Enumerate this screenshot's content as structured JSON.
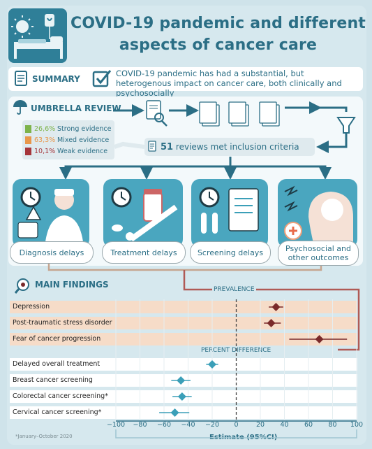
{
  "title_line1": "COVID-19 pandemic and different",
  "title_line2": "aspects of cancer care",
  "summary": {
    "label": "SUMMARY",
    "text": "COVID-19 pandemic has had a substantial, but heterogenous impact on cancer care, both clinically and psychosocially"
  },
  "umbrella": {
    "label": "UMBRELLA REVIEW",
    "evidence": [
      {
        "pct": "26,6%",
        "label": "Strong evidence",
        "color": "#7db34a"
      },
      {
        "pct": "63,3%",
        "label": "Mixed evidence",
        "color": "#e8974a"
      },
      {
        "pct": "10,1%",
        "label": "Weak evidence",
        "color": "#a5353a"
      }
    ],
    "reviews_count": "51",
    "reviews_text": "reviews met inclusion criteria",
    "categories": [
      {
        "label": "Diagnosis delays"
      },
      {
        "label": "Treatment delays"
      },
      {
        "label": "Screening delays"
      },
      {
        "label": "Psychosocial and other outcomes"
      }
    ]
  },
  "findings": {
    "label": "MAIN FINDINGS",
    "prevalence_label": "PREVALENCE",
    "difference_label": "PERCENT DIFFERENCE",
    "xlabel": "Estimate (95%CI)",
    "footnote": "*January–October 2020"
  },
  "chart_data": {
    "type": "forest",
    "xlim": [
      -100,
      100
    ],
    "xticks": [
      -100,
      -80,
      -60,
      -40,
      -20,
      0,
      20,
      40,
      60,
      80,
      100
    ],
    "xlabel": "Estimate (95%CI)",
    "prevalence": [
      {
        "label": "Depression",
        "estimate": 33,
        "ci": [
          27,
          39
        ],
        "color": "#7a2a2a"
      },
      {
        "label": "Post-traumatic stress disorder",
        "estimate": 29,
        "ci": [
          23,
          37
        ],
        "color": "#7a2a2a"
      },
      {
        "label": "Fear of cancer progression",
        "estimate": 69,
        "ci": [
          44,
          92
        ],
        "color": "#7a2a2a"
      }
    ],
    "percent_difference": [
      {
        "label": "Delayed overall treatment",
        "estimate": -20,
        "ci": [
          -25,
          -15
        ],
        "color": "#3b9fb8"
      },
      {
        "label": "Breast cancer screening",
        "estimate": -46,
        "ci": [
          -54,
          -38
        ],
        "color": "#3b9fb8"
      },
      {
        "label": "Colorectal cancer screening*",
        "estimate": -45,
        "ci": [
          -53,
          -37
        ],
        "color": "#3b9fb8"
      },
      {
        "label": "Cervical cancer screening*",
        "estimate": -51,
        "ci": [
          -64,
          -39
        ],
        "color": "#3b9fb8"
      }
    ]
  }
}
